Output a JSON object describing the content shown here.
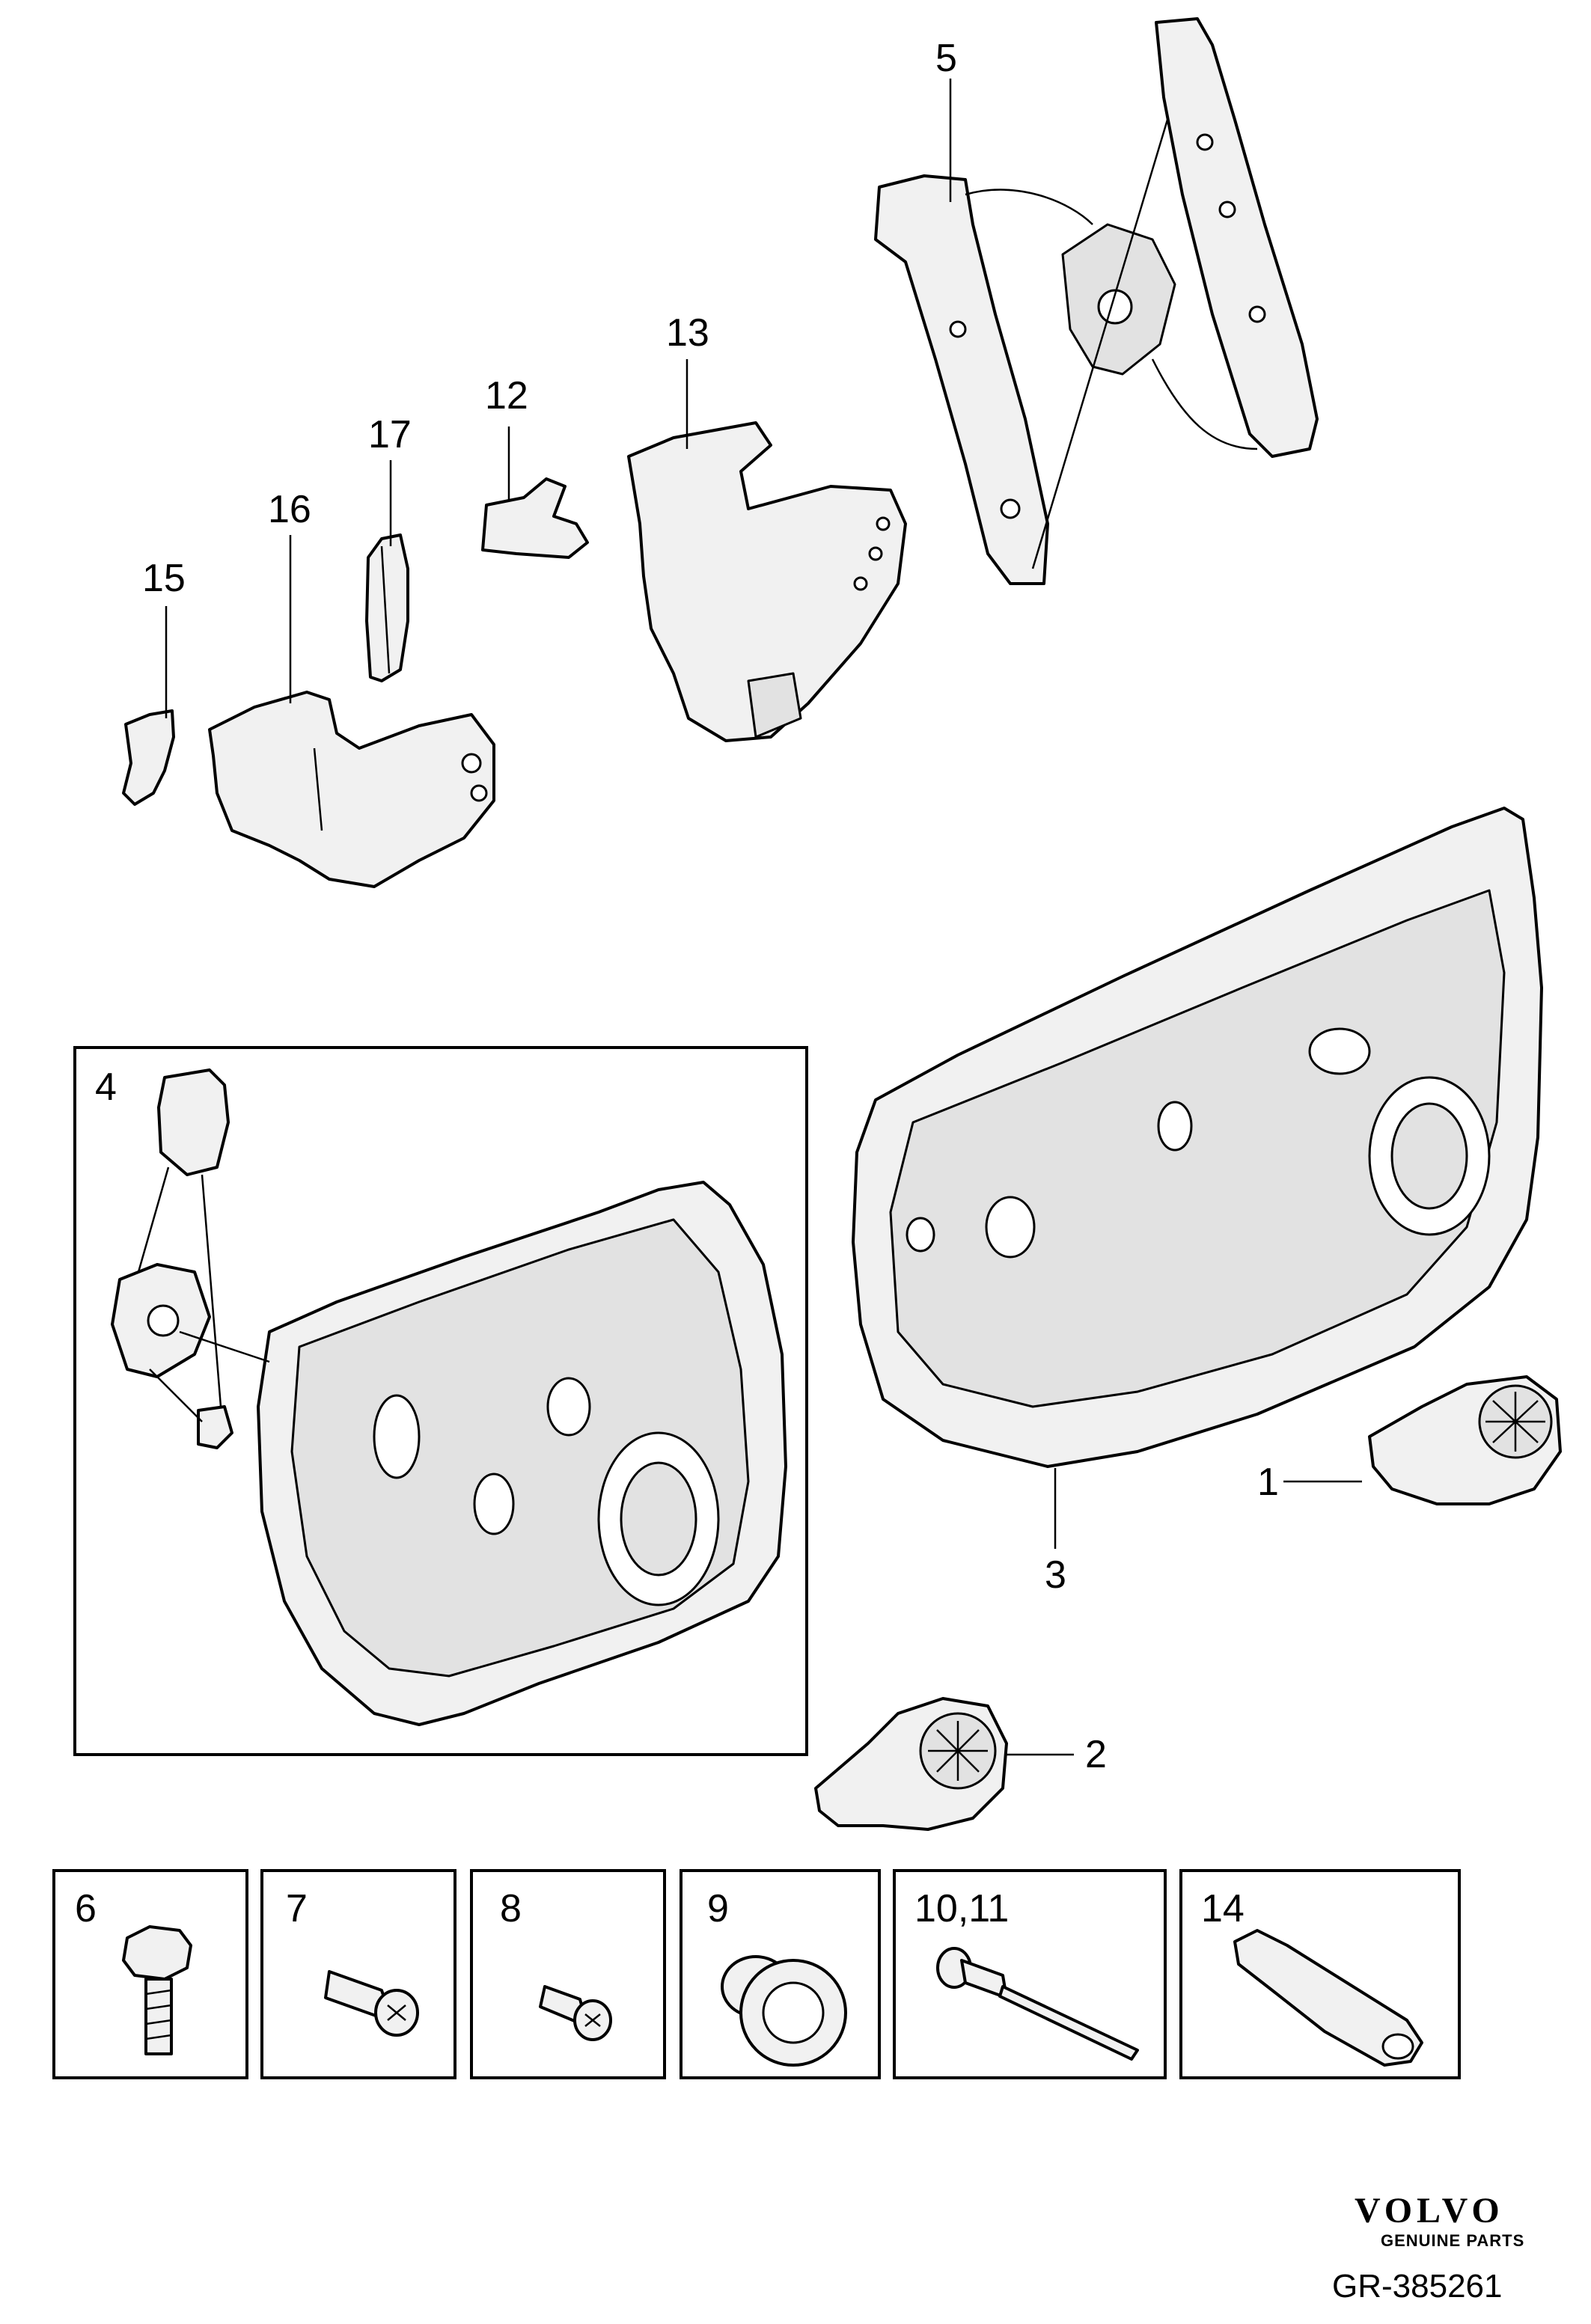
{
  "callouts": {
    "c1": "1",
    "c2": "2",
    "c3": "3",
    "c4": "4",
    "c5": "5",
    "c6": "6",
    "c7": "7",
    "c8": "8",
    "c9": "9",
    "c10_11": "10,11",
    "c12": "12",
    "c13": "13",
    "c14": "14",
    "c15": "15",
    "c16": "16",
    "c17": "17"
  },
  "brand": {
    "name": "VOLVO",
    "tagline": "GENUINE PARTS"
  },
  "reference": "GR-385261"
}
